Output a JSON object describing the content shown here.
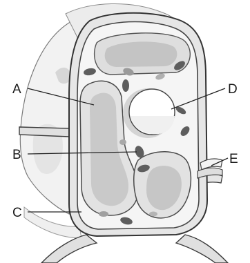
{
  "labels": {
    "a": "A",
    "b": "B",
    "c": "C",
    "d": "D",
    "e": "E"
  },
  "colors": {
    "outline": "#3a3a3a",
    "cell_wall": "#e8e8e8",
    "cytoplasm": "#f4f4f4",
    "organelle_fill": "#dcdcdc",
    "organelle_core": "#bdbdbd",
    "chloroplast": "#6a6a6a",
    "vacuole": "#ffffff",
    "ghost_cell": "#eeeeee"
  }
}
